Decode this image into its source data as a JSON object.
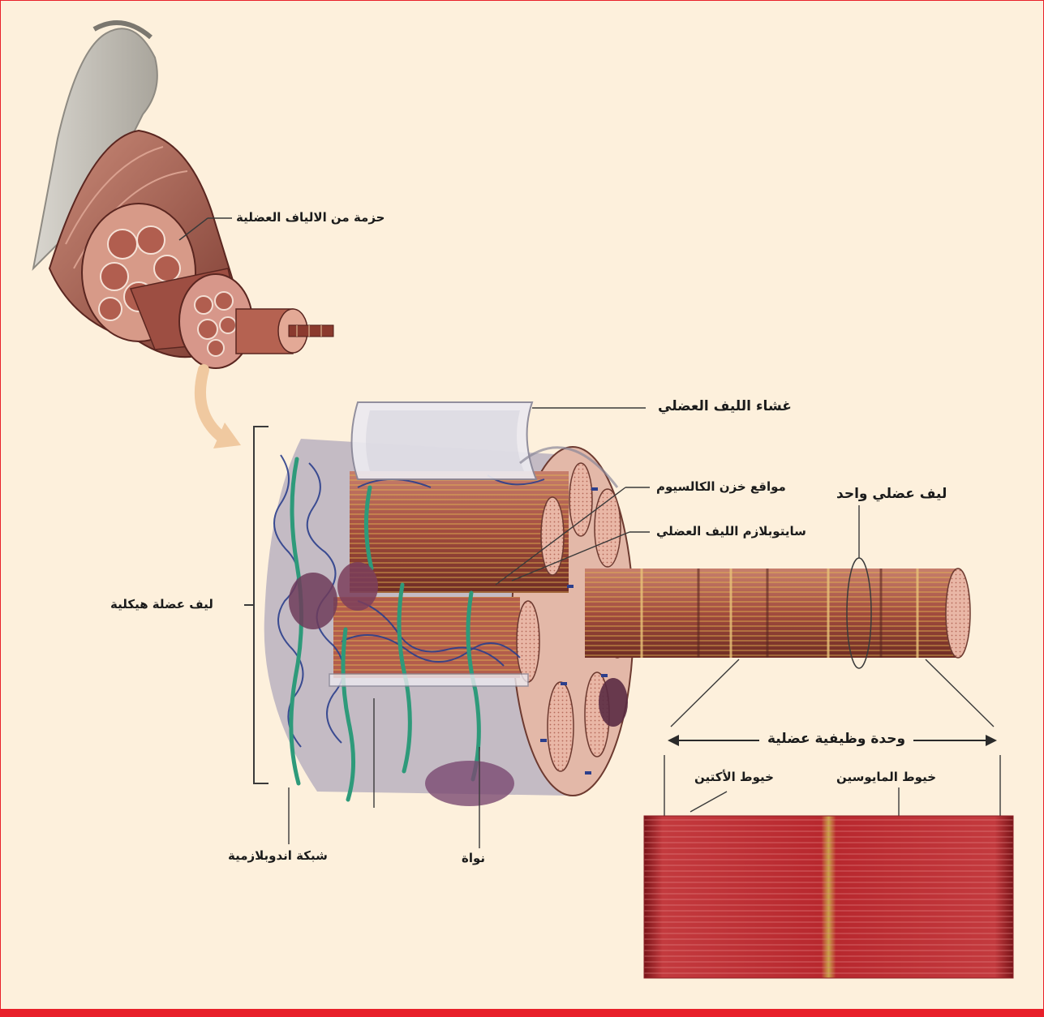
{
  "labels": {
    "fascicle": "حزمة من الالياف العضلية",
    "sarcolemma": "غشاء الليف العضلي",
    "calcium_sites": "مواقع خزن الكالسيوم",
    "sarcoplasm": "سايتوبلازم الليف العضلي",
    "single_fiber": "ليف عضلي واحد",
    "skeletal_fiber": "ليف عضلة هيكلية",
    "sarcomere": "وحدة وظيفية عضلية",
    "myosin": "خيوط المايوسين",
    "actin": "خيوط الأكتين",
    "endoplasmic_network": "شبكة اندوبلازمية",
    "nucleus": "نواة"
  },
  "colors": {
    "background": "#fdf0dc",
    "border": "#e8202a",
    "muscle": "#a9554a",
    "reticulum_blue": "#2c3f8c",
    "reticulum_green": "#2e9a7a",
    "nucleus": "#6f3c5a",
    "sarcomere_red": "#b2202a"
  },
  "icons": [
    "curved-arrow-icon",
    "double-arrow-icon"
  ]
}
